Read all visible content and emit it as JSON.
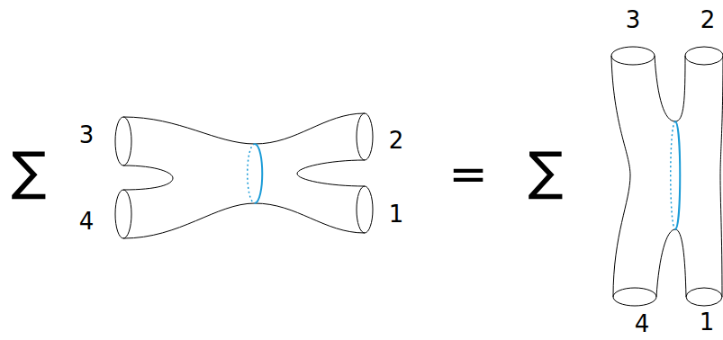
{
  "diagram": {
    "labels": [
      "∑",
      "3",
      "4",
      "2",
      "1",
      "=",
      "∑",
      "3",
      "2",
      "4",
      "1"
    ]
  }
}
